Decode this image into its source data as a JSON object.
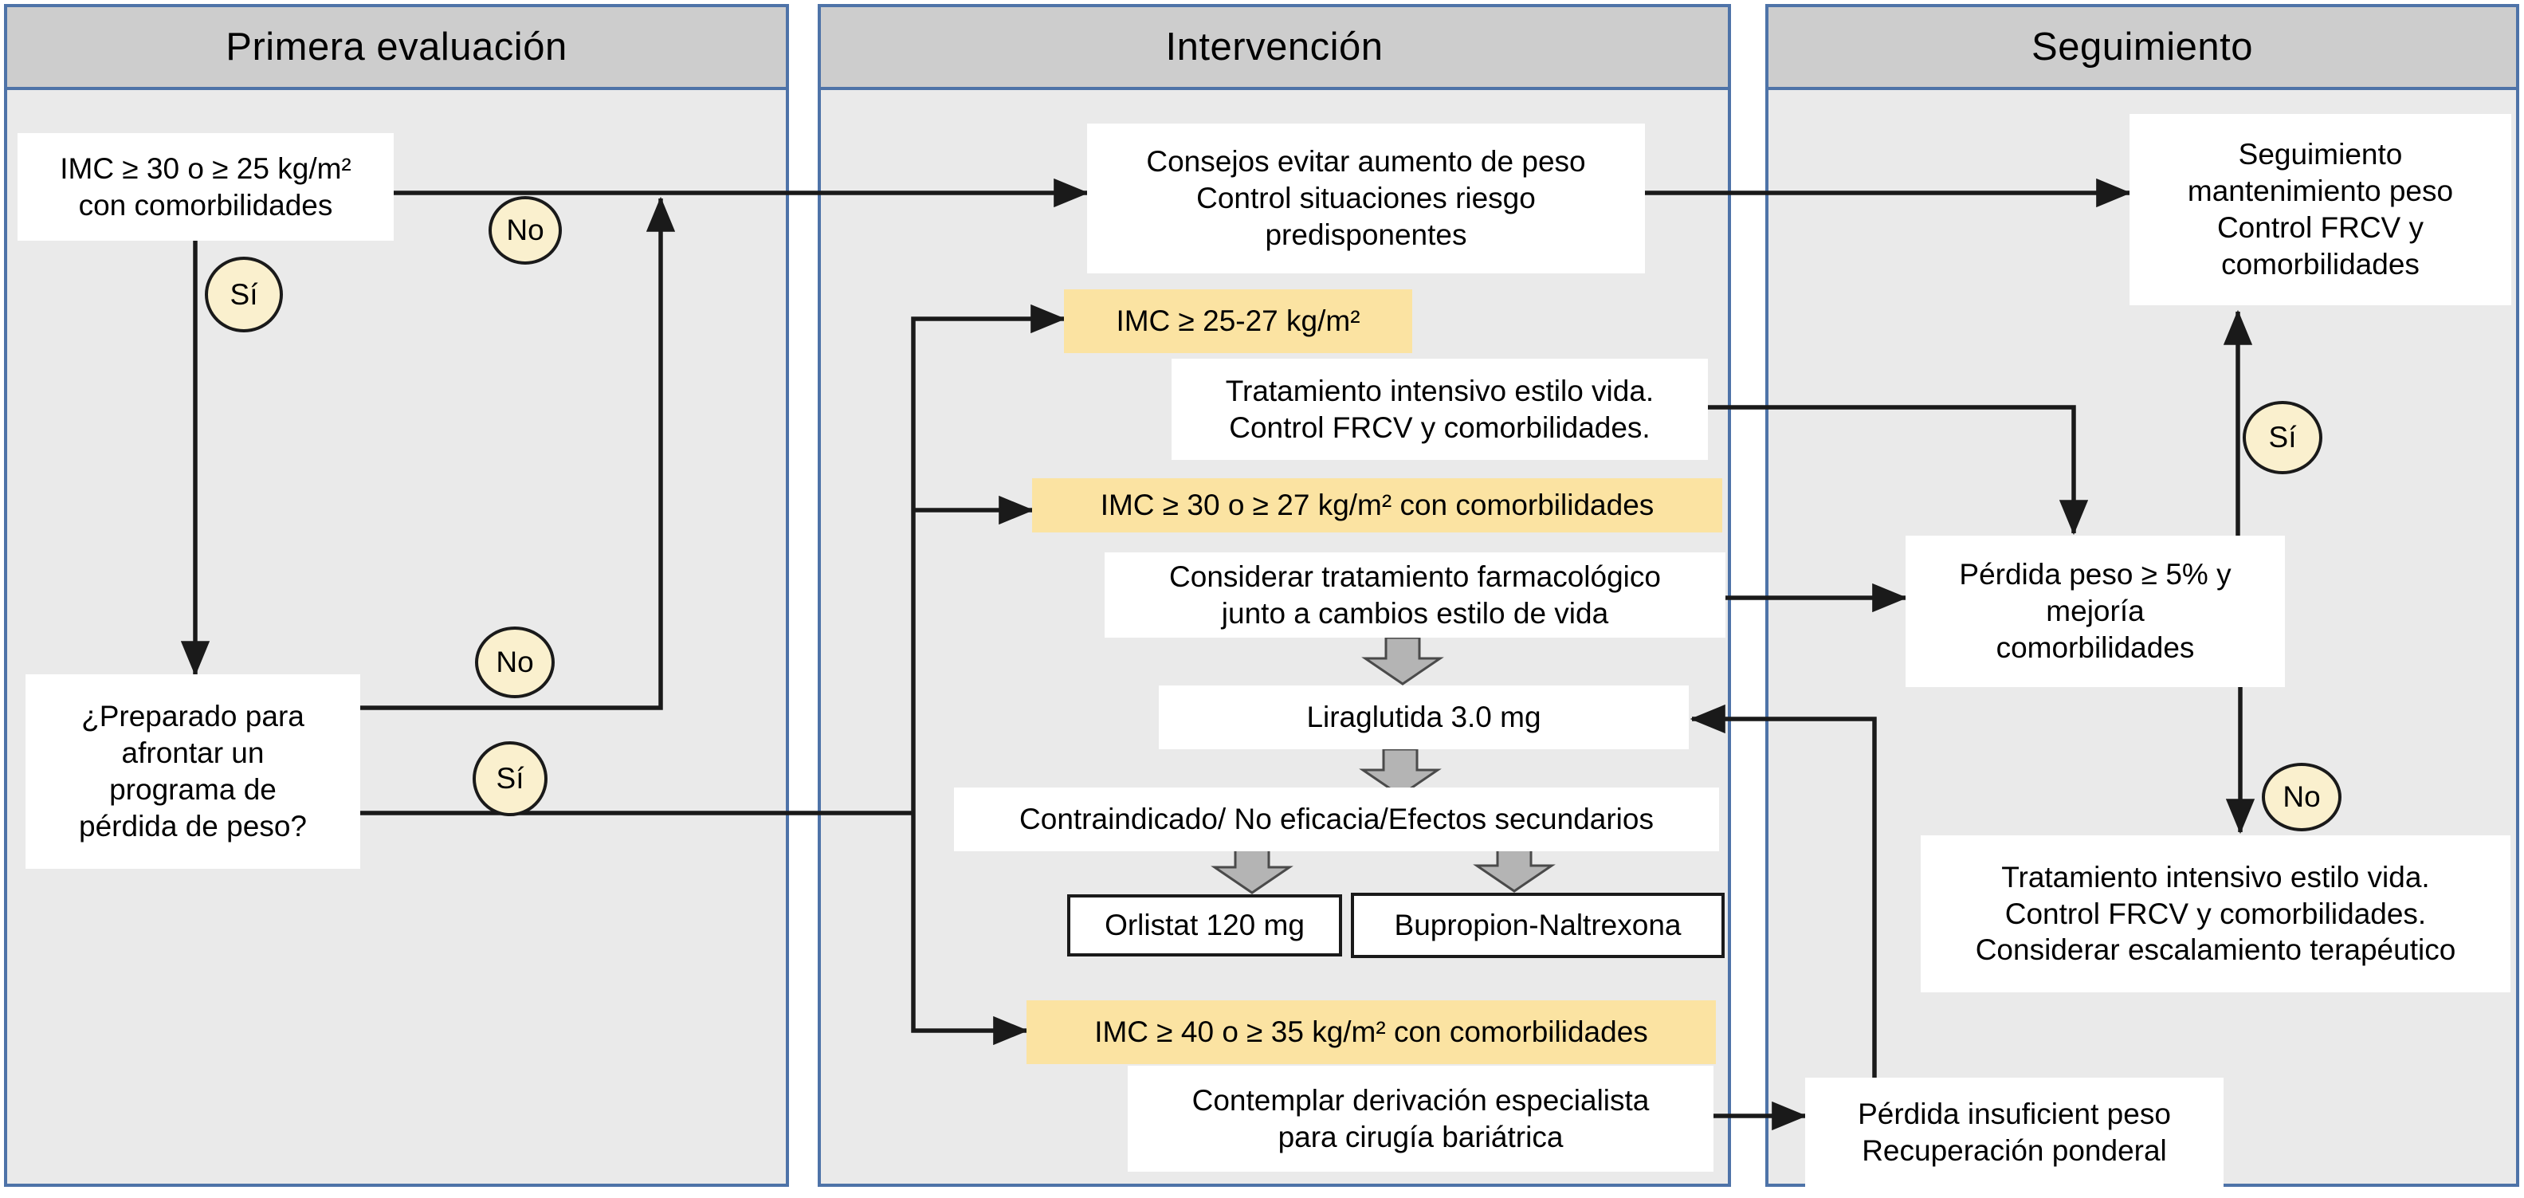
{
  "header": {
    "col1": "Primera evaluación",
    "col2": "Intervención",
    "col3": "Seguimiento"
  },
  "labels": {
    "si": "Sí",
    "no": "No"
  },
  "colors": {
    "panel_border": "#4e73a8",
    "panel_bg": "#eaeaea",
    "header_bg": "#cdcdcd",
    "yellow_box": "#fbe3a2",
    "bubble_fill": "#faf0ce",
    "line": "#1a1a1a",
    "block_arrow": "#b4b4b4"
  },
  "nodes": {
    "imc_inicial": "IMC ≥ 30 o ≥ 25 kg/m²\ncon comorbilidades",
    "preparado": "¿Preparado para\nafrontar un\nprograma de\npérdida de peso?",
    "consejos": "Consejos evitar aumento de peso\nControl situaciones riesgo\npredisponentes",
    "imc_25_27": "IMC ≥ 25-27 kg/m²",
    "tratamiento_intensivo": "Tratamiento intensivo estilo vida.\nControl FRCV y comorbilidades.",
    "imc_30_27": "IMC ≥ 30 o ≥ 27 kg/m² con comorbilidades",
    "considerar_farmaco": "Considerar tratamiento farmacológico\njunto a cambios estilo de vida",
    "liraglutida": "Liraglutida 3.0 mg",
    "contraindicado": "Contraindicado/ No eficacia/Efectos secundarios",
    "orlistat": "Orlistat 120 mg",
    "bupropion": "Bupropion-Naltrexona",
    "imc_40_35": "IMC ≥ 40 o ≥ 35 kg/m² con comorbilidades",
    "contemplar_cirugia": "Contemplar derivación especialista\npara cirugía bariátrica",
    "seguimiento_mantenimiento": "Seguimiento\nmantenimiento peso\nControl FRCV y\ncomorbilidades",
    "perdida_5": "Pérdida peso ≥ 5% y\nmejoría\ncomorbilidades",
    "tratamiento_escalamiento": "Tratamiento intensivo estilo vida.\nControl FRCV y comorbilidades.\nConsiderar escalamiento terapéutico",
    "perdida_insuficiente": "Pérdida insuficient peso\nRecuperación ponderal"
  }
}
